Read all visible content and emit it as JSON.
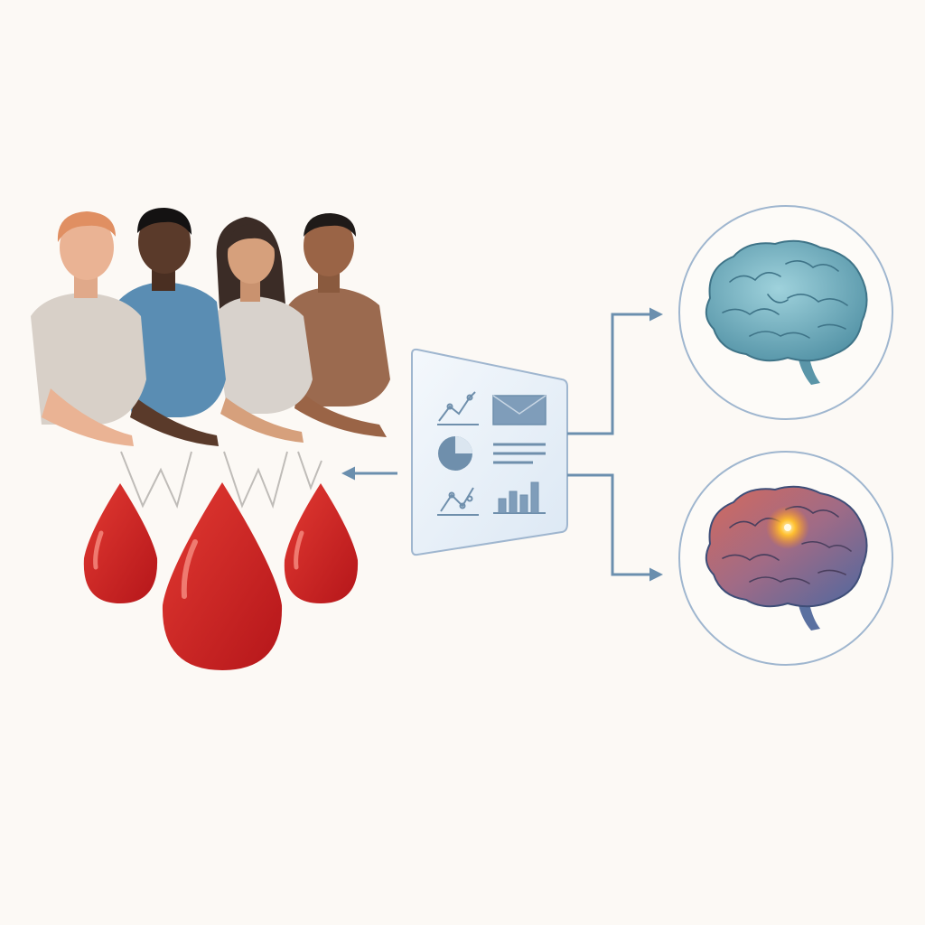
{
  "diagram": {
    "nodes": [
      {
        "id": "participants",
        "kind": "group-of-people",
        "count": 4
      },
      {
        "id": "blood-samples",
        "kind": "blood-drops",
        "count": 3
      },
      {
        "id": "analysis-panel",
        "kind": "data-dashboard",
        "widgets": [
          "line-chart-icon",
          "envelope-icon",
          "pie-chart-icon",
          "text-lines-icon",
          "scatter-chart-icon",
          "bar-chart-icon"
        ]
      },
      {
        "id": "healthy-brain",
        "kind": "brain",
        "state": "healthy"
      },
      {
        "id": "affected-brain",
        "kind": "brain",
        "state": "highlighted-lesion"
      }
    ],
    "edges": [
      {
        "from": "participants",
        "to": "blood-samples",
        "style": "zigzag-lines"
      },
      {
        "from": "analysis-panel",
        "to": "blood-samples",
        "style": "arrow"
      },
      {
        "from": "analysis-panel",
        "to": "healthy-brain",
        "style": "elbow-arrow"
      },
      {
        "from": "analysis-panel",
        "to": "affected-brain",
        "style": "elbow-arrow"
      }
    ],
    "colors": {
      "background": "#fcf9f5",
      "arrow": "#6b8fae",
      "blood": "#c9201f",
      "panel": "#e6eff8",
      "healthy_brain": "#6ea8b8",
      "affected_brain_warm": "#c46a5e",
      "affected_brain_cool": "#5b6f9e",
      "lesion_glow": "#ffb020"
    }
  }
}
